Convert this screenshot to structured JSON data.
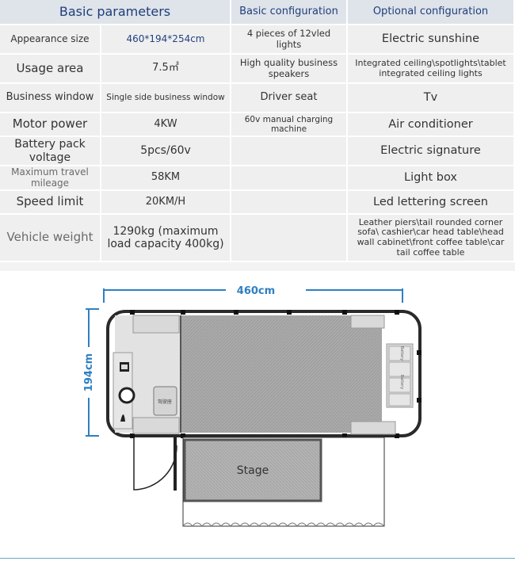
{
  "headers": {
    "basic_parameters": "Basic parameters",
    "basic_configuration": "Basic configuration",
    "optional_configuration": "Optional configuration"
  },
  "rows": [
    {
      "label": "Appearance size",
      "value": "460*194*254cm",
      "basic": "4 pieces of 12vled lights",
      "optional": "Electric sunshine"
    },
    {
      "label": "Usage area",
      "value": "7.5㎡",
      "basic": "High quality business speakers",
      "optional": "Integrated ceiling\\spotlights\\tablet integrated ceiling lights"
    },
    {
      "label": "Business window",
      "value": "Single side business window",
      "basic": "Driver seat",
      "optional": "Tv"
    },
    {
      "label": "Motor power",
      "value": "4KW",
      "basic": "60v manual charging machine",
      "optional": "Air conditioner"
    },
    {
      "label": "Battery pack voltage",
      "value": "5pcs/60v",
      "basic": "",
      "optional": "Electric signature"
    },
    {
      "label": "Maximum travel mileage",
      "value": "58KM",
      "basic": "",
      "optional": "Light box"
    },
    {
      "label": "Speed limit",
      "value": "20KM/H",
      "basic": "",
      "optional": "Led lettering screen"
    },
    {
      "label": "Vehicle weight",
      "value": "1290kg (maximum load capacity 400kg)",
      "basic": "",
      "optional": "Leather piers\\tail rounded corner sofa\\ cashier\\car head table\\head wall cabinet\\front coffee table\\car tail coffee table"
    }
  ],
  "floorplan": {
    "length_label": "460cm",
    "width_label": "194cm",
    "stage_label": "Stage",
    "driver_seat_label": "驾驶座",
    "battery_label_1": "Battery",
    "battery_label_2": "Battery",
    "colors": {
      "floor": "#a9a9a9",
      "furniture": "#d9d9d9",
      "wall": "#2a2a2a",
      "dimension": "#2f7fc1"
    }
  }
}
